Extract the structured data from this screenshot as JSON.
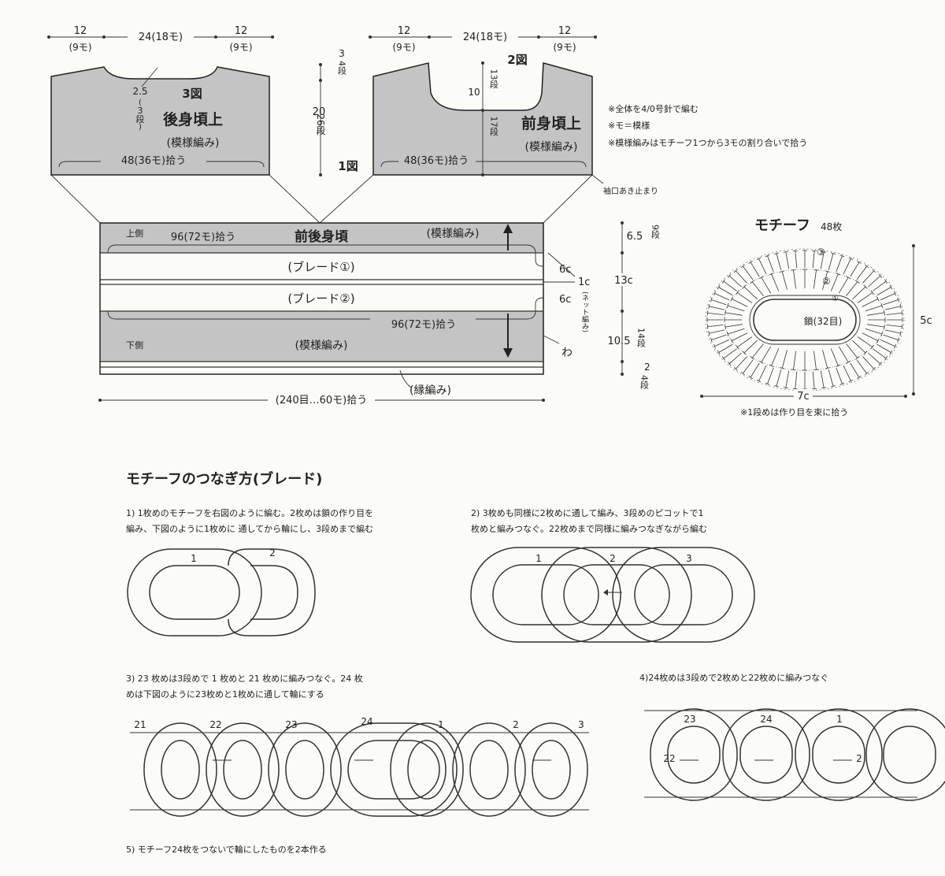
{
  "back": {
    "dims": {
      "side_l": "12",
      "side_l_sub": "(9モ)",
      "center": "24(18モ)",
      "side_r": "12",
      "side_r_sub": "(9モ)"
    },
    "fig": "3図",
    "neck": "2.5",
    "neck_sub1": "(",
    "neck_sub2": "3",
    "neck_sub3": "段",
    "neck_sub4": ")",
    "title": "後身頃上",
    "pattern": "(模様編み)",
    "pickup": "48(36モ)拾う"
  },
  "front": {
    "dims": {
      "side_l": "12",
      "side_l_sub": "(9モ)",
      "center": "24(18モ)",
      "side_r": "12",
      "side_r_sub": "(9モ)"
    },
    "fig": "2図",
    "neck": "10",
    "neck_rows": "13段",
    "lower": "17段",
    "title": "前身頃上",
    "pattern": "(模様編み)",
    "pickup": "48(36モ)拾う",
    "sleeve_mark": "袖口あき止まり"
  },
  "middle": {
    "top": "3",
    "top_rows": "4段",
    "height": "20",
    "height_rows": "26段",
    "fig": "1図"
  },
  "notes": [
    "※全体を4/0号針で編む",
    "※モ＝模様",
    "※模様編みはモチーフ1つから3モの割り合いで拾う"
  ],
  "body": {
    "upper_side": "上側",
    "upper_pickup": "96(72モ)拾う",
    "title": "前後身頃",
    "upper_pattern": "(模様編み)",
    "braid1": "(ブレード①)",
    "braid2": "(ブレード②)",
    "lower_pickup": "96(72モ)拾う",
    "lower_side": "下側",
    "lower_pattern": "(模様編み)",
    "edge": "(縁編み)",
    "bottom": "(240目…60モ)拾う",
    "d_6c_a": "6c",
    "d_1c": "1c",
    "d_net": "(ネット編み)",
    "d_6c_b": "6c",
    "d_65": "6.5",
    "d_65_rows": "9段",
    "d_13c": "13c",
    "d_105": "10.5",
    "d_105_rows": "14段",
    "d_2": "2",
    "d_2_rows": "4段",
    "wa": "わ"
  },
  "motif": {
    "title": "モチーフ",
    "count": "48枚",
    "chain": "鎖(32目)",
    "width": "7c",
    "height": "5c",
    "note": "※1段めは作り目を束に拾う",
    "r1": "①",
    "r2": "②",
    "r3": "③"
  },
  "join": {
    "title": "モチーフのつなぎ方(ブレード)",
    "s1a": "1) 1枚めのモチーフを右図のように編む。2枚めは鎖の作り目を",
    "s1b": "編み、下図のように1枚めに 通してから輪にし、3段めまで編む",
    "s2a": "2) 3枚めも同様に2枚めに通して編み、3段めのピコットで1",
    "s2b": "枚めと編みつなぐ。22枚めまで同様に編みつなぎながら編む",
    "s3a": "3) 23 枚めは3段めで 1 枚めと 21 枚めに編みつなぐ。24 枚",
    "s3b": "めは下図のように23枚めと1枚めに通して輪にする",
    "s4": "4)24枚めは3段めで2枚めと22枚めに編みつなぐ",
    "s5": "5) モチーフ24枚をつないで輪にしたものを2本作る",
    "d1": [
      "1",
      "2"
    ],
    "d2": [
      "1",
      "2",
      "3"
    ],
    "d3": [
      "21",
      "22",
      "23",
      "24",
      "1",
      "2",
      "3"
    ],
    "d4": [
      "23",
      "24",
      "1",
      "22",
      "2"
    ]
  }
}
